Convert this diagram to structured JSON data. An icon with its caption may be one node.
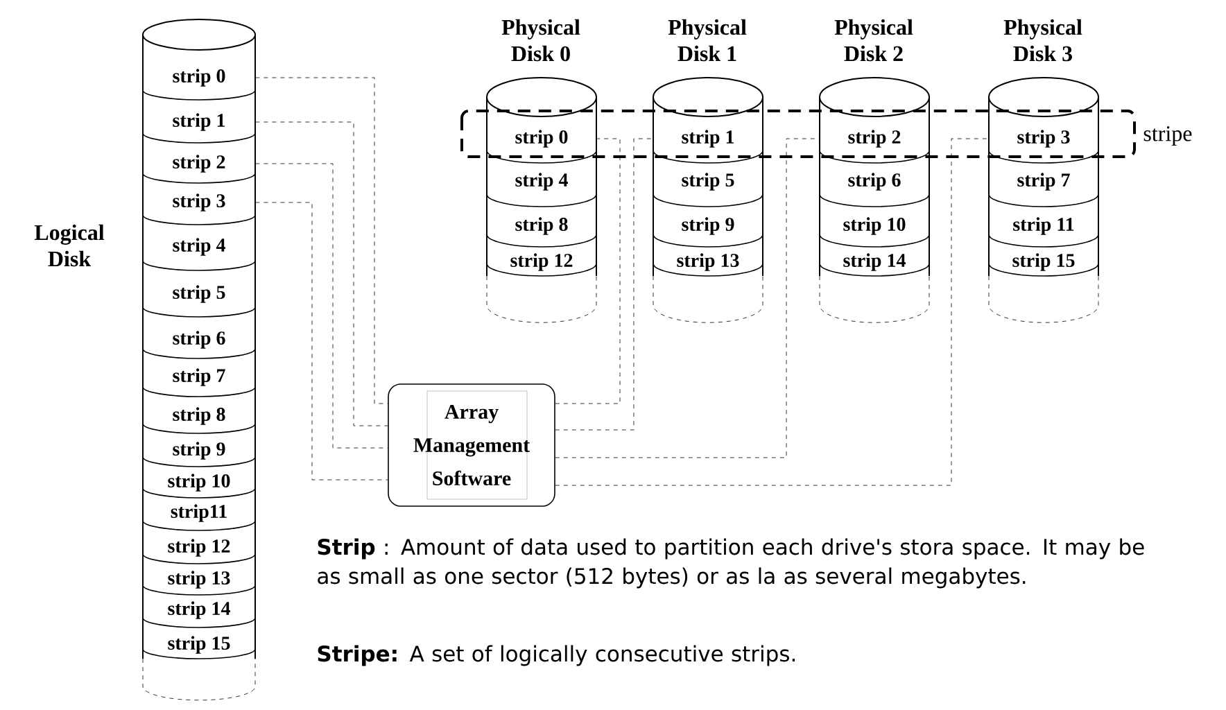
{
  "diagram": {
    "nodes": [
      {
        "text": [
          "Logical Disk"
        ]
      },
      {
        "text": [
          "strip 0"
        ],
        "in": 0
      },
      {
        "text": [
          "strip 1"
        ],
        "in": 0
      },
      {
        "text": [
          "strip 2"
        ],
        "in": 0
      },
      {
        "text": [
          "strip 3"
        ],
        "in": 0
      },
      {
        "text": [
          "strip 4"
        ],
        "in": 0
      },
      {
        "text": [
          "strip 5"
        ],
        "in": 0
      },
      {
        "text": [
          "strip 6"
        ],
        "in": 0
      },
      {
        "text": [
          "strip 7"
        ],
        "in": 0
      },
      {
        "text": [
          "strip 8"
        ],
        "in": 0
      },
      {
        "text": [
          "strip 9"
        ],
        "in": 0
      },
      {
        "text": [
          "strip 10"
        ],
        "in": 0
      },
      {
        "text": [
          "strip11"
        ],
        "in": 0
      },
      {
        "text": [
          "strip 12"
        ],
        "in": 0
      },
      {
        "text": [
          "strip 13"
        ],
        "in": 0
      },
      {
        "text": [
          "strip 14"
        ],
        "in": 0
      },
      {
        "text": [
          "strip 15"
        ],
        "in": 0
      },
      {
        "text": [
          "Physical Disk 0"
        ]
      },
      {
        "text": [
          "strip 0"
        ],
        "in": 17
      },
      {
        "text": [
          "strip 4"
        ],
        "in": 17
      },
      {
        "text": [
          "strip 8"
        ],
        "in": 17
      },
      {
        "text": [
          "strip 12"
        ],
        "in": 17
      },
      {
        "text": [
          "Physical Disk 1"
        ]
      },
      {
        "text": [
          "strip 1"
        ],
        "in": 22
      },
      {
        "text": [
          "strip 5"
        ],
        "in": 22
      },
      {
        "text": [
          "strip 9"
        ],
        "in": 22
      },
      {
        "text": [
          "strip 13"
        ],
        "in": 22
      },
      {
        "text": [
          "Physical Disk 2"
        ]
      },
      {
        "text": [
          "strip 2"
        ],
        "in": 27
      },
      {
        "text": [
          "strip 6"
        ],
        "in": 27
      },
      {
        "text": [
          "strip 10"
        ],
        "in": 27
      },
      {
        "text": [
          "strip 14"
        ],
        "in": 27
      },
      {
        "text": [
          "Physical Disk 3"
        ]
      },
      {
        "text": [
          "strip 3"
        ],
        "in": 32
      },
      {
        "text": [
          "strip 7"
        ],
        "in": 32
      },
      {
        "text": [
          "strip 11"
        ],
        "in": 32
      },
      {
        "text": [
          "strip 15"
        ],
        "in": 32
      },
      {
        "text": [
          "Array Management Software"
        ]
      }
    ],
    "edges": [
      {
        "from": 1,
        "to": 37,
        "arrow": "none",
        "style": "dashed"
      },
      {
        "from": 2,
        "to": 37,
        "arrow": "none",
        "style": "dashed"
      },
      {
        "from": 3,
        "to": 37,
        "arrow": "none",
        "style": "dashed"
      },
      {
        "from": 4,
        "to": 37,
        "arrow": "none",
        "style": "dashed"
      },
      {
        "from": 37,
        "to": 18,
        "arrow": "none",
        "style": "dashed"
      },
      {
        "from": 37,
        "to": 23,
        "arrow": "none",
        "style": "dashed"
      },
      {
        "from": 37,
        "to": 28,
        "arrow": "none",
        "style": "dashed"
      },
      {
        "from": 37,
        "to": 33,
        "arrow": "none",
        "style": "dashed"
      }
    ],
    "labels": [
      "stripe",
      "**Strip** : Amount of data used to partition each drive's stora space. It may be as small as one sector (512 bytes) or as la as several megabytes.",
      "**Stripe:** A set of logically consecutive strips."
    ]
  }
}
